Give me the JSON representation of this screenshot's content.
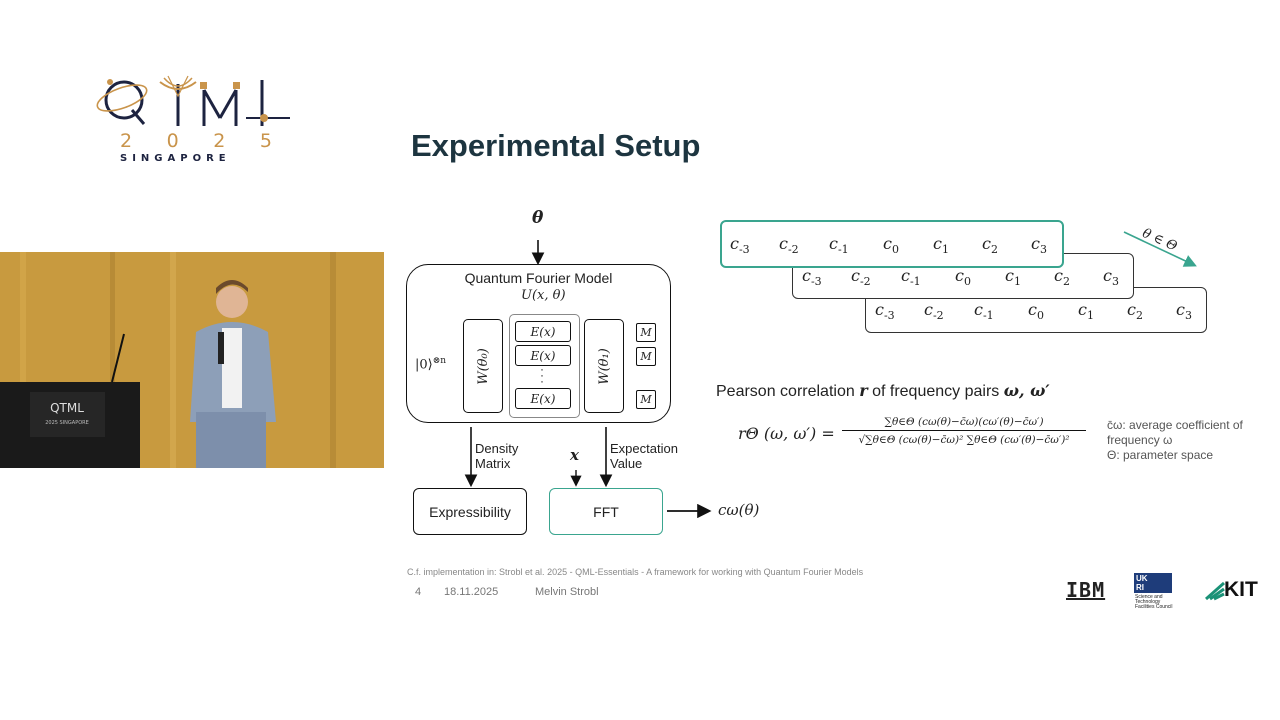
{
  "slide": {
    "title": "Experimental Setup",
    "number": "4",
    "date": "18.11.2025",
    "author": "Melvin Strobl",
    "footnote": "C.f. implementation in:  Strobl et al. 2025 - QML-Essentials - A framework for working with Quantum Fourier Models"
  },
  "conference_logo": {
    "year_digits": [
      "2",
      "0",
      "2",
      "5"
    ],
    "city": "SINGAPORE"
  },
  "diagram": {
    "theta_input": "θ",
    "model_title": "Quantum Fourier Model",
    "unitary_label": "U(x, θ)",
    "initial_state": "|0⟩",
    "initial_state_sup": "⊗n",
    "w0_label": "W(θ₀)",
    "w1_label": "W(θ₁)",
    "encoding_label": "E(x)",
    "measure_label": "M",
    "density_label_1": "Density",
    "density_label_2": "Matrix",
    "expect_label_1": "Expectation",
    "expect_label_2": "Value",
    "x_input": "x",
    "expressibility_label": "Expressibility",
    "fft_label": "FFT",
    "output_label": "cω(θ)"
  },
  "coefficients": {
    "labels": [
      "-3",
      "-2",
      "-1",
      "0",
      "1",
      "2",
      "3"
    ],
    "arrow_label": "θ ∈ Θ"
  },
  "pearson": {
    "heading_text": "Pearson correlation",
    "heading_r": "r",
    "heading_mid": "of frequency pairs",
    "heading_pair": "ω, ω′",
    "lhs": "rΘ (ω, ω′) =",
    "numerator": "∑θ∈Θ (cω(θ)−c̄ω)(cω′(θ)−c̄ω′)",
    "denominator": "√∑θ∈Θ (cω(θ)−c̄ω)² ∑θ∈Θ (cω′(θ)−c̄ω′)²",
    "legend_1a": "c̄ω: average coefficient of",
    "legend_1b": "frequency ω",
    "legend_2": "Θ: parameter space"
  },
  "sponsors": {
    "ibm": "IBM",
    "ukri_line1": "UK",
    "ukri_line2": "RI",
    "stfc_1": "Science and",
    "stfc_2": "Technology",
    "stfc_3": "Facilities Council",
    "kit": "KIT"
  },
  "colors": {
    "accent_teal": "#3aa58f",
    "title": "#1d3540",
    "logo_gold": "#c9944b",
    "logo_navy": "#1d2340"
  }
}
